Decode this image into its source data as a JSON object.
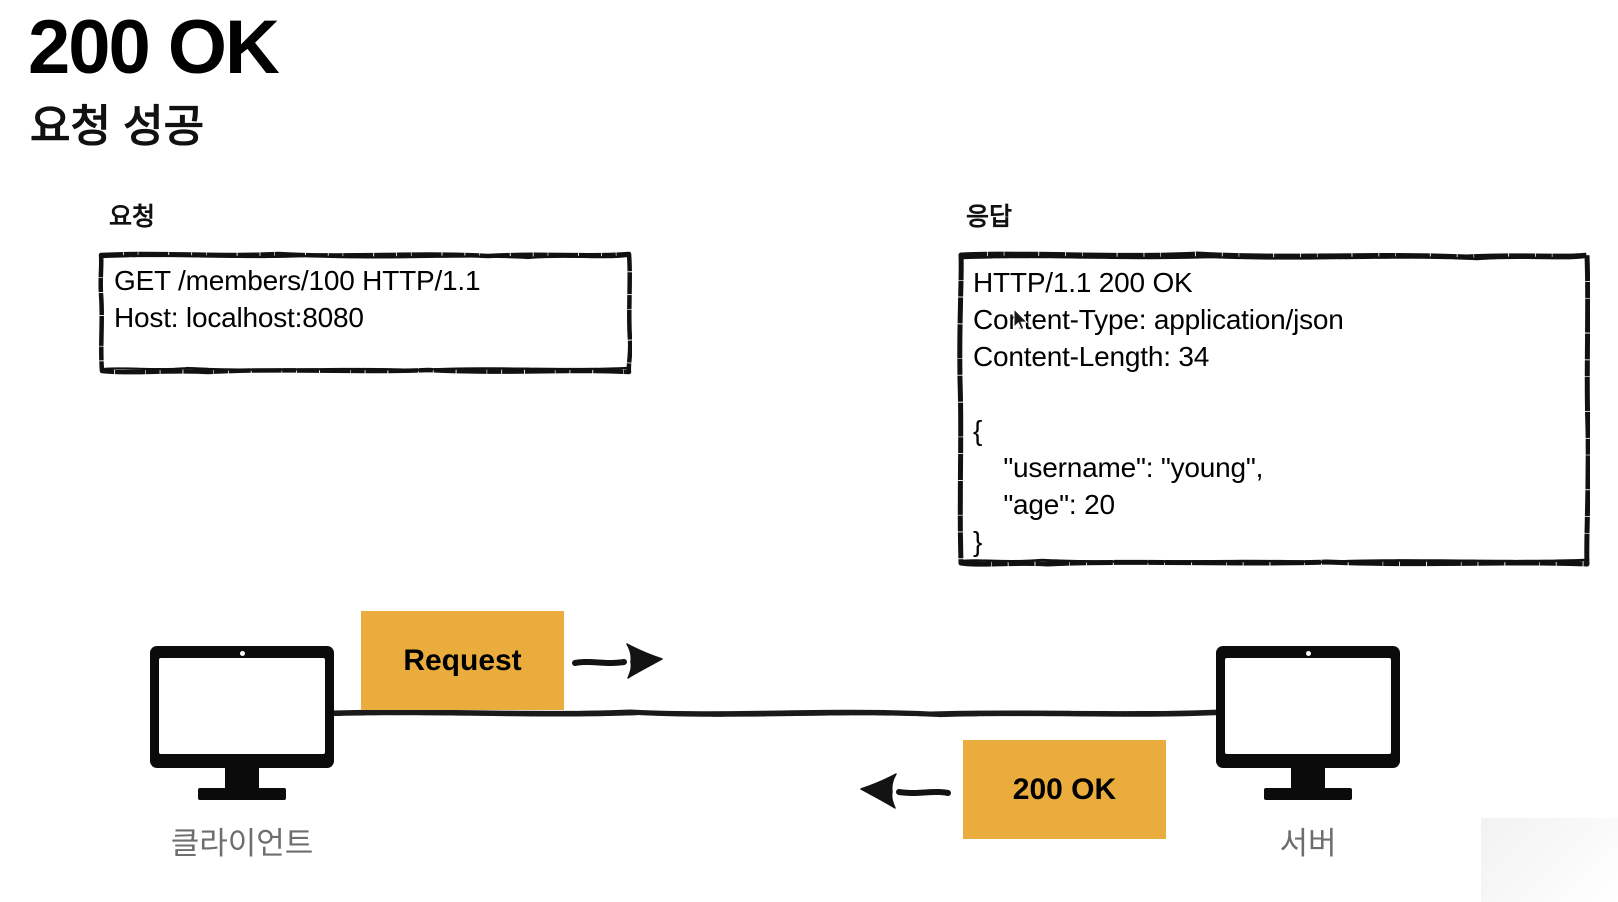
{
  "slide": {
    "title": "200 OK",
    "subtitle": "요청 성공",
    "background_color": "#ffffff",
    "accent_color": "#eaac3c",
    "label_color": "#6e6e6e"
  },
  "request_section": {
    "caption": "요청",
    "body": "GET /members/100 HTTP/1.1\nHost: localhost:8080"
  },
  "response_section": {
    "caption": "응답",
    "body": "HTTP/1.1 200 OK\nContent-Type: application/json\nContent-Length: 34\n\n{\n    \"username\": \"young\",\n    \"age\": 20\n}"
  },
  "diagram": {
    "client_label": "클라이언트",
    "server_label": "서버",
    "request_tag": "Request",
    "response_tag": "200 OK",
    "request_direction": "right",
    "response_direction": "left"
  }
}
